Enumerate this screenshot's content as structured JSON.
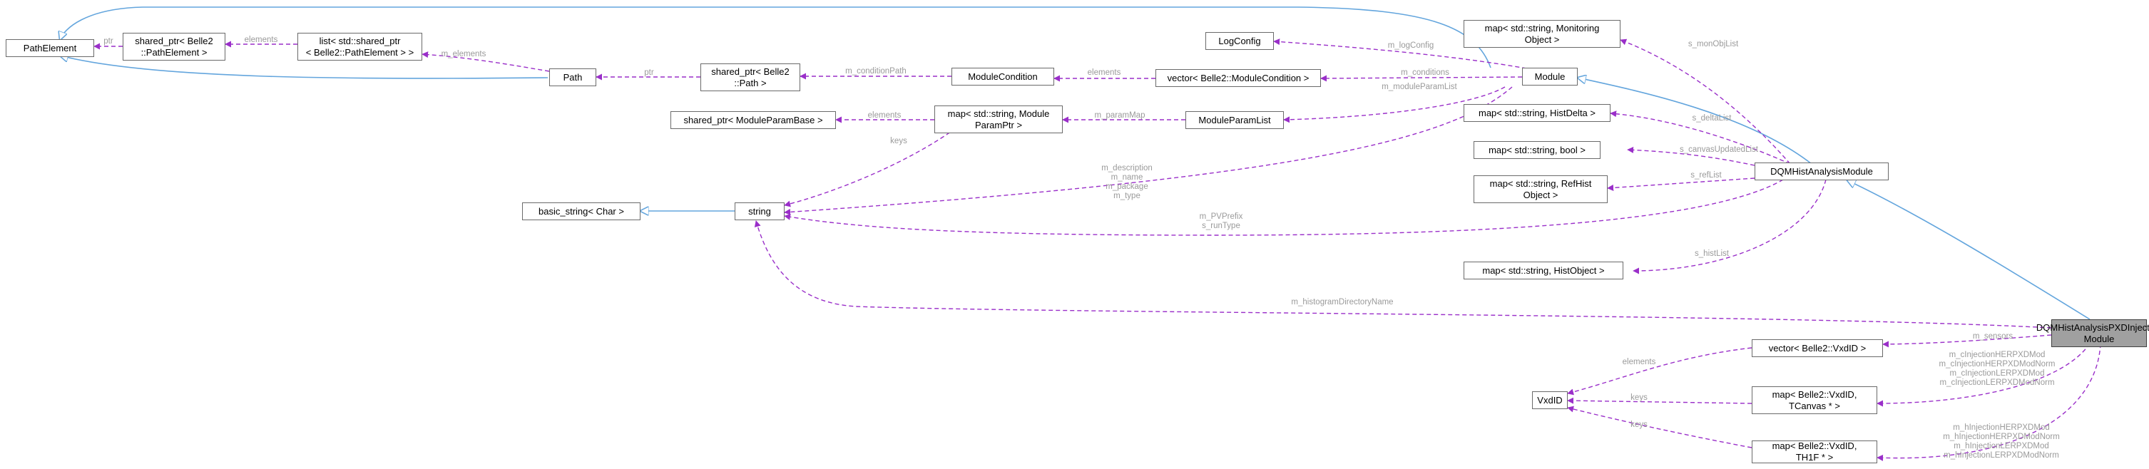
{
  "nodes": {
    "pathelement": "PathElement",
    "sp_pathelement": [
      "shared_ptr< Belle2",
      "::PathElement >"
    ],
    "list_sp_pathelement": [
      "list< std::shared_ptr",
      "< Belle2::PathElement > >"
    ],
    "path": "Path",
    "sp_path": [
      "shared_ptr< Belle2",
      "::Path >"
    ],
    "modulecondition": "ModuleCondition",
    "vector_modulecondition": "vector< Belle2::ModuleCondition >",
    "logconfig": "LogConfig",
    "module": "Module",
    "map_monitoring": [
      "map< std::string, Monitoring",
      "Object >"
    ],
    "sp_moduleparambase": "shared_ptr< ModuleParamBase >",
    "map_moduleparamptr": [
      "map< std::string, Module",
      "ParamPtr >"
    ],
    "moduleparamlist": "ModuleParamList",
    "map_histdelta": "map< std::string, HistDelta >",
    "map_bool": "map< std::string, bool >",
    "map_refhist": [
      "map< std::string, RefHist",
      "Object >"
    ],
    "map_histobject": "map< std::string, HistObject >",
    "basic_string": "basic_string< Char >",
    "string": "string",
    "dqmhistanalysis": "DQMHistAnalysisModule",
    "dqmhistpxd": [
      "DQMHistAnalysisPXDInjection",
      "Module"
    ],
    "vector_vxdid": "vector< Belle2::VxdID >",
    "vxdid": "VxdID",
    "map_vxdid_tcanvas": [
      "map< Belle2::VxdID,",
      "TCanvas * >"
    ],
    "map_vxdid_th1f": [
      "map< Belle2::VxdID,",
      "TH1F * >"
    ]
  },
  "edge_labels": {
    "ptr": [
      "ptr"
    ],
    "elements_sp": [
      "elements"
    ],
    "m_elements": [
      "m_elements"
    ],
    "ptr_path": [
      "ptr"
    ],
    "m_conditionPath": [
      "m_conditionPath"
    ],
    "elements_mc": [
      "elements"
    ],
    "m_conditions": [
      "m_conditions"
    ],
    "m_logConfig": [
      "m_logConfig"
    ],
    "s_monObjList": [
      "s_monObjList"
    ],
    "m_paramMap": [
      "m_paramMap"
    ],
    "elements_mpb": [
      "elements"
    ],
    "m_moduleParamList": [
      "m_moduleParamList"
    ],
    "keys_string": [
      "keys"
    ],
    "module_string": [
      "m_description",
      "m_name",
      "m_package",
      "m_type"
    ],
    "s_deltaList": [
      "s_deltaList"
    ],
    "s_canvasUpdatedList": [
      "s_canvasUpdatedList"
    ],
    "s_refList": [
      "s_refList"
    ],
    "pvprefix": [
      "m_PVPrefix",
      "s_runType"
    ],
    "s_histList": [
      "s_histList"
    ],
    "m_histogramDirectoryName": [
      "m_histogramDirectoryName"
    ],
    "m_sensors": [
      "m_sensors"
    ],
    "elements_vxd": [
      "elements"
    ],
    "canvas_members": [
      "m_cInjectionHERPXDMod",
      "m_cInjectionHERPXDModNorm",
      "m_cInjectionLERPXDMod",
      "m_cInjectionLERPXDModNorm"
    ],
    "keys_tc": [
      "keys"
    ],
    "keys_th": [
      "keys"
    ],
    "hist_members": [
      "m_hInjectionHERPXDMod",
      "m_hInjectionHERPXDModNorm",
      "m_hInjectionLERPXDMod",
      "m_hInjectionLERPXDModNorm"
    ]
  },
  "colors": {
    "usage_edge": "#9a2fc9",
    "inheritance_edge": "#63a5dd",
    "label_text": "#9a9a9a",
    "highlight_node": "#a0a0a0"
  }
}
